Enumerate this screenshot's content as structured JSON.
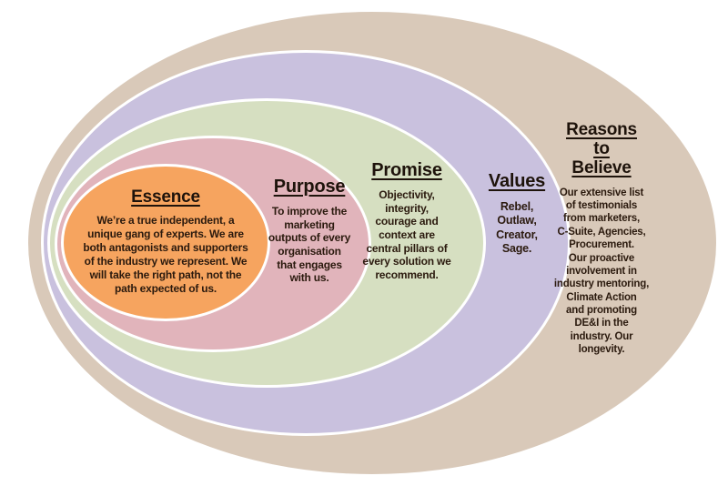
{
  "diagram": {
    "background_color": "#ffffff",
    "text_color": "#2b1a0e",
    "heading_color": "#1e130b",
    "rings": {
      "essence": {
        "heading": "Essence",
        "body": "We’re a true independent, a\nunique gang of experts. We are\nboth antagonists and supporters\nof the industry we represent. We\nwill take the right path, not the\npath expected of us.",
        "color": "#f6a45f"
      },
      "purpose": {
        "heading": "Purpose",
        "body": "To improve the\nmarketing\noutputs of every\norganisation\nthat engages\nwith us.",
        "color": "#e1b4bb"
      },
      "promise": {
        "heading": "Promise",
        "body": "Objectivity,\nintegrity,\ncourage and\ncontext are\ncentral pillars of\nevery solution we\nrecommend.",
        "color": "#d6dfc1"
      },
      "values": {
        "heading": "Values",
        "body": "Rebel,\nOutlaw,\nCreator,\nSage.",
        "color": "#c9c1de"
      },
      "reasons": {
        "heading_line_1": "Reasons",
        "heading_line_2": "to",
        "heading_line_3": "Believe",
        "body": "Our extensive list\nof testimonials\nfrom marketers,\nC-Suite, Agencies,\nProcurement.\nOur proactive\ninvolvement in\nindustry mentoring,\nClimate Action\nand promoting\nDE&I in the\nindustry. Our\nlongevity.",
        "color": "#d9c9b9"
      }
    }
  }
}
